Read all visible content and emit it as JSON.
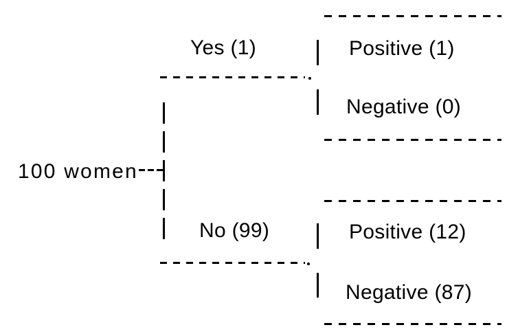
{
  "figure": {
    "kind": "natural-frequency-tree",
    "colors": {
      "ink": "#000000",
      "background": "#ffffff"
    },
    "tree": {
      "root": {
        "label": "100 women",
        "count": 100
      },
      "branches": [
        {
          "label": "Yes (1)",
          "count": 1,
          "children": [
            {
              "label": "Positive (1)",
              "count": 1
            },
            {
              "label": "Negative (0)",
              "count": 0
            }
          ]
        },
        {
          "label": "No (99)",
          "count": 99,
          "children": [
            {
              "label": "Positive (12)",
              "count": 12
            },
            {
              "label": "Negative (87)",
              "count": 87
            }
          ]
        }
      ]
    }
  }
}
